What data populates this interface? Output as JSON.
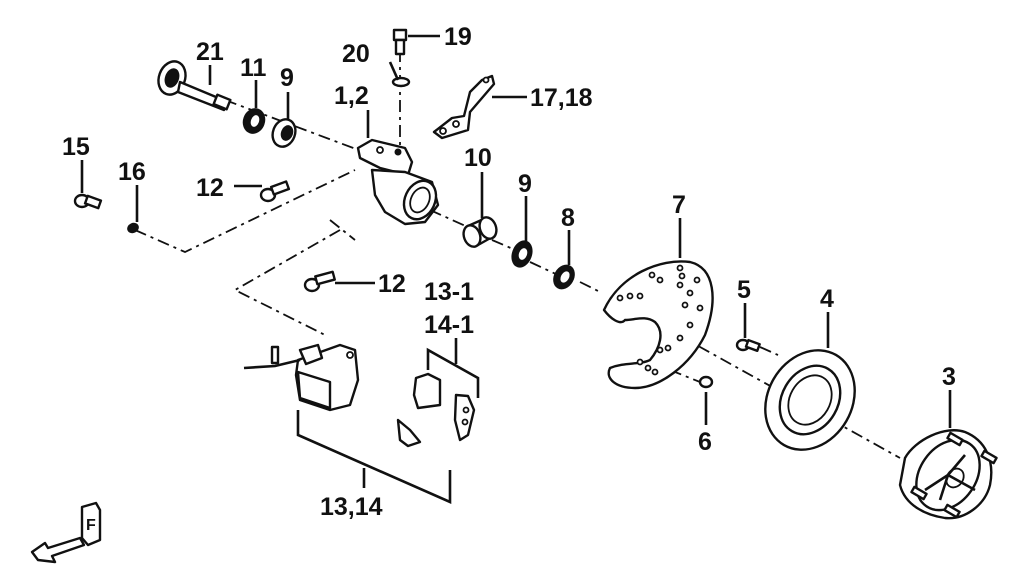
{
  "diagram": {
    "title": "Front brake / knuckle exploded view",
    "labels": {
      "p21": "21",
      "p11": "11",
      "p9a": "9",
      "p20": "20",
      "p19": "19",
      "p1_2": "1,2",
      "p17_18": "17,18",
      "p15": "15",
      "p16": "16",
      "p12a": "12",
      "p10": "10",
      "p9b": "9",
      "p8": "8",
      "p7": "7",
      "p12b": "12",
      "p13_1": "13-1",
      "p14_1": "14-1",
      "p5": "5",
      "p4": "4",
      "p3": "3",
      "p6": "6",
      "p13_14": "13,14"
    },
    "front_indicator": "F",
    "line_color": "#111111",
    "background": "#ffffff"
  }
}
